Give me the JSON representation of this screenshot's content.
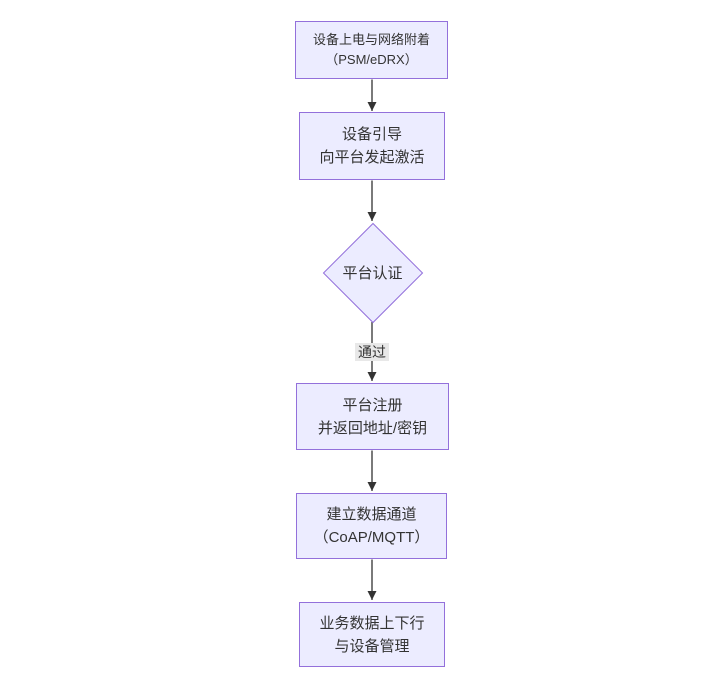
{
  "diagram": {
    "type": "flowchart",
    "direction": "top-down",
    "colors": {
      "canvas_bg": "#ffffff",
      "node_fill": "#ECECFF",
      "node_border": "#9370DB",
      "edge_color": "#333333",
      "arrowhead_color": "#333333",
      "text_color": "#333333",
      "edge_label_bg": "#e8e8e8"
    },
    "nodes": [
      {
        "id": "power-attach",
        "shape": "rect",
        "lines": [
          "设备上电与网络附着",
          "（PSM/eDRX）"
        ]
      },
      {
        "id": "bootstrap",
        "shape": "rect",
        "lines": [
          "设备引导",
          "向平台发起激活"
        ]
      },
      {
        "id": "platform-auth",
        "shape": "diamond",
        "lines": [
          "平台认证"
        ]
      },
      {
        "id": "register",
        "shape": "rect",
        "lines": [
          "平台注册",
          "并返回地址/密钥"
        ]
      },
      {
        "id": "data-channel",
        "shape": "rect",
        "lines": [
          "建立数据通道",
          "（CoAP/MQTT）"
        ]
      },
      {
        "id": "business",
        "shape": "rect",
        "lines": [
          "业务数据上下行",
          "与设备管理"
        ]
      }
    ],
    "edges": [
      {
        "from": "power-attach",
        "to": "bootstrap",
        "label": ""
      },
      {
        "from": "bootstrap",
        "to": "platform-auth",
        "label": ""
      },
      {
        "from": "platform-auth",
        "to": "register",
        "label": "通过"
      },
      {
        "from": "register",
        "to": "data-channel",
        "label": ""
      },
      {
        "from": "data-channel",
        "to": "business",
        "label": ""
      }
    ]
  }
}
